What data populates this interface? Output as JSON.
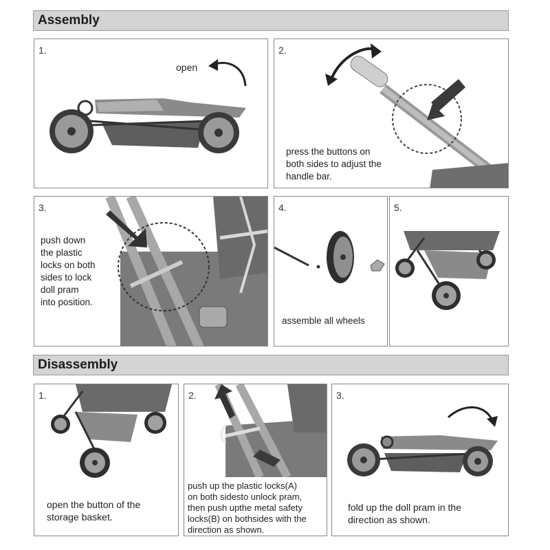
{
  "assembly": {
    "title": "Assembly",
    "steps": [
      {
        "number": "1.",
        "label": "open"
      },
      {
        "number": "2.",
        "caption": [
          "press the buttons on",
          "both sides to adjust the",
          "handle bar."
        ]
      },
      {
        "number": "3.",
        "caption": [
          "push down",
          "the  plastic",
          "locks on both",
          "sides to lock",
          "doll pram",
          "into position."
        ]
      },
      {
        "number": "4.",
        "caption": [
          "assemble  all wheels"
        ]
      },
      {
        "number": "5."
      }
    ]
  },
  "disassembly": {
    "title": "Disassembly",
    "steps": [
      {
        "number": "1.",
        "caption": [
          "open the button of the",
          "storage basket."
        ]
      },
      {
        "number": "2.",
        "caption": [
          "push up  the  plastic locks(A)",
          "on both sidesto unlock pram,",
          "then push upthe metal safety",
          "locks(B) on bothsides with the",
          "direction as shown."
        ]
      },
      {
        "number": "3.",
        "caption": [
          "fold up the doll pram in the",
          "direction as shown."
        ]
      }
    ]
  }
}
